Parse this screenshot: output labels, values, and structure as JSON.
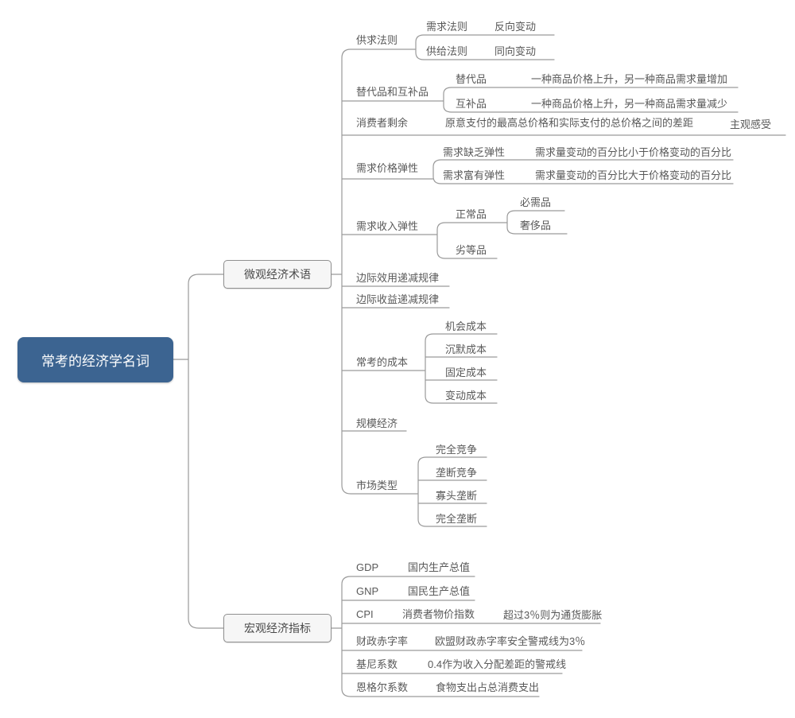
{
  "colors": {
    "root_background": "#3c6491",
    "root_text": "#ffffff",
    "branch_background": "#f6f6f6",
    "branch_border": "#8f8f8f",
    "connector_line": "#9a9a9a",
    "topic_text": "#595959"
  },
  "root": {
    "label": "常考的经济学名词"
  },
  "micro": {
    "label": "微观经济术语",
    "supply_demand_law": {
      "label": "供求法则",
      "demand_law": {
        "label": "需求法则",
        "note": "反向变动"
      },
      "supply_law": {
        "label": "供给法则",
        "note": "同向变动"
      }
    },
    "subs_and_comps": {
      "label": "替代品和互补品",
      "substitute": {
        "label": "替代品",
        "note": "一种商品价格上升，另一种商品需求量增加"
      },
      "complement": {
        "label": "互补品",
        "note": "一种商品价格上升，另一种商品需求量减少"
      }
    },
    "consumer_surplus": {
      "label": "消费者剩余",
      "definition": "原意支付的最高总价格和实际支付的总价格之间的差距",
      "note": "主观感受"
    },
    "price_elasticity": {
      "label": "需求价格弹性",
      "inelastic": {
        "label": "需求缺乏弹性",
        "note": "需求量变动的百分比小于价格变动的百分比"
      },
      "elastic": {
        "label": "需求富有弹性",
        "note": "需求量变动的百分比大于价格变动的百分比"
      }
    },
    "income_elasticity": {
      "label": "需求收入弹性",
      "normal": {
        "label": "正常品",
        "necessity": "必需品",
        "luxury": "奢侈品"
      },
      "inferior": "劣等品"
    },
    "marginal_utility": "边际效用递减规律",
    "marginal_revenue": "边际收益递减规律",
    "costs": {
      "label": "常考的成本",
      "opportunity": "机会成本",
      "sunk": "沉默成本",
      "fixed": "固定成本",
      "variable": "变动成本"
    },
    "economies_of_scale": "规模经济",
    "market_types": {
      "label": "市场类型",
      "perfect_competition": "完全竞争",
      "monopolistic_competition": "垄断竞争",
      "oligopoly": "寡头垄断",
      "pure_monopoly": "完全垄断"
    }
  },
  "macro": {
    "label": "宏观经济指标",
    "gdp": {
      "label": "GDP",
      "note": "国内生产总值"
    },
    "gnp": {
      "label": "GNP",
      "note": "国民生产总值"
    },
    "cpi": {
      "label": "CPI",
      "note": "消费者物价指数",
      "extra": "超过3％则为通货膨胀"
    },
    "fiscal_deficit": {
      "label": "财政赤字率",
      "note": "欧盟财政赤字率安全警戒线为3％"
    },
    "gini": {
      "label": "基尼系数",
      "note": "0.4作为收入分配差距的警戒线"
    },
    "engel": {
      "label": "恩格尔系数",
      "note": "食物支出占总消费支出"
    }
  }
}
